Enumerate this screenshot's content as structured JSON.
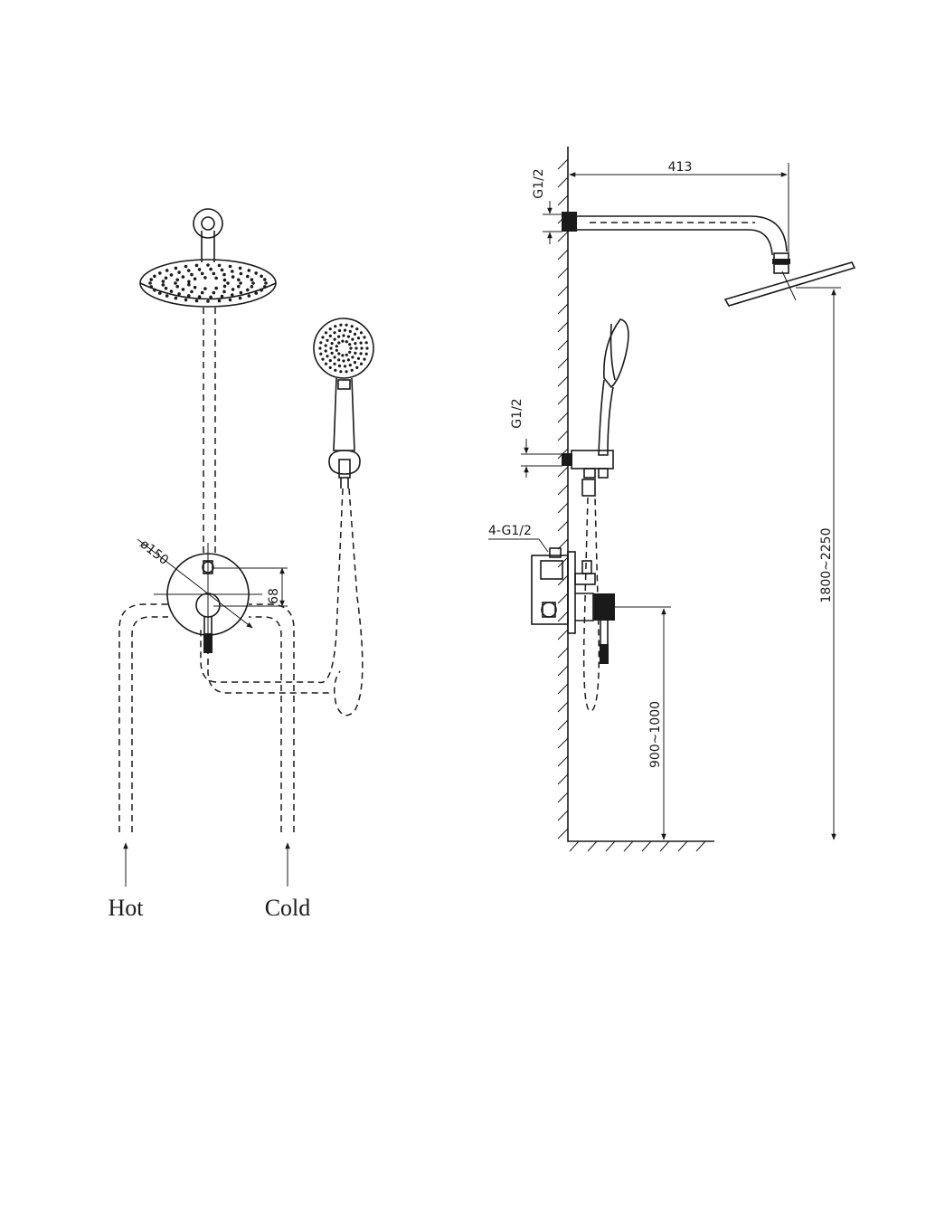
{
  "labels": {
    "hot": "Hot",
    "cold": "Cold"
  },
  "dimensions": {
    "arm_length": "413",
    "top_inlet": "G1/2",
    "hand_inlet": "G1/2",
    "valve_inlets": "4-G1/2",
    "plate_diameter": "ø150",
    "valve_spacing": "68",
    "valve_height": "900~1000",
    "head_height": "1800~2250"
  },
  "colors": {
    "line": "#1a1a1a",
    "background": "#ffffff"
  }
}
